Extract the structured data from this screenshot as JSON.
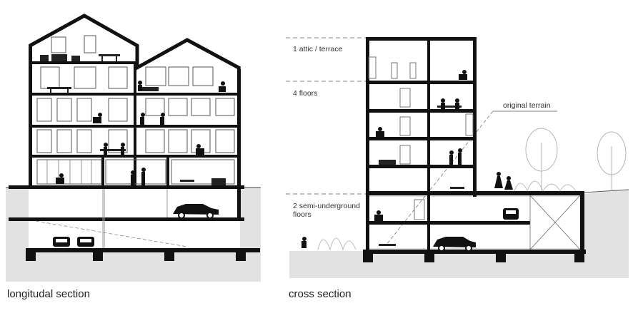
{
  "captions": {
    "longitudinal": "longitudal section",
    "cross": "cross section"
  },
  "labels": {
    "attic": "1 attic / terrace",
    "floors": "4 floors",
    "semi_underground_line1": "2 semi-underground",
    "semi_underground_line2": "floors",
    "original_terrain": "original terrain"
  },
  "colors": {
    "wall": "#111111",
    "ground": "#e2e2e2",
    "line": "#555555",
    "tree": "#bdbdbd"
  }
}
